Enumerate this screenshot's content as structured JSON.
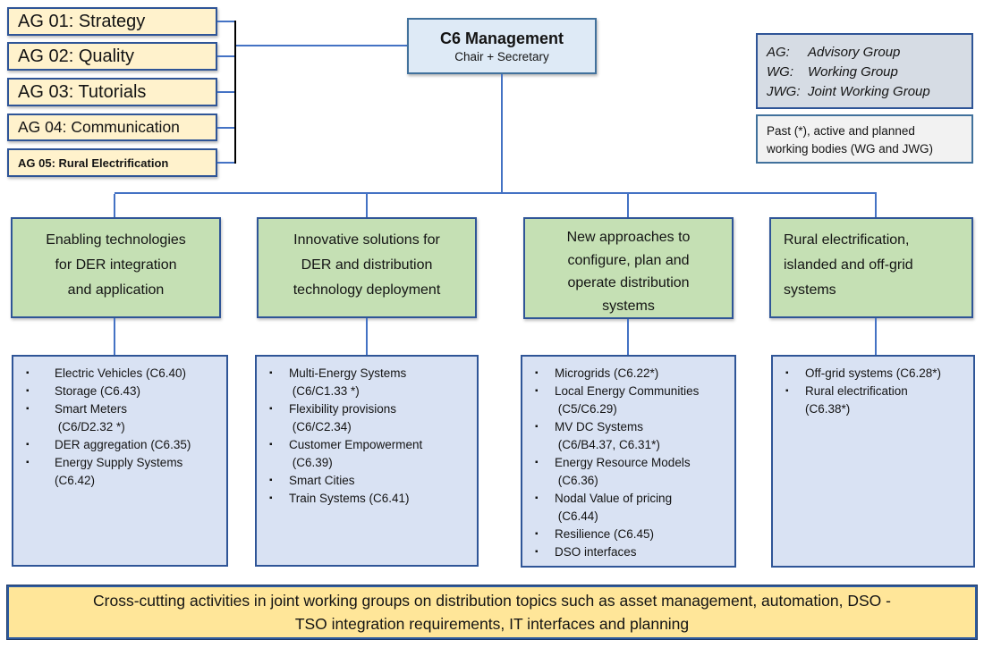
{
  "advisory_groups": [
    {
      "label": "AG 01: Strategy"
    },
    {
      "label": "AG 02: Quality"
    },
    {
      "label": "AG 03: Tutorials"
    },
    {
      "label": "AG 04: Communication"
    },
    {
      "label": "AG 05: Rural Electrification"
    }
  ],
  "management": {
    "title": "C6 Management",
    "subtitle": "Chair + Secretary"
  },
  "legend": {
    "abbreviations": [
      {
        "abbr": "AG:",
        "name": "Advisory Group"
      },
      {
        "abbr": "WG:",
        "name": "Working Group"
      },
      {
        "abbr": "JWG:",
        "name": "Joint Working Group"
      }
    ],
    "note": "Past (*), active and planned\nworking bodies (WG and JWG)"
  },
  "streams": [
    {
      "title": "Enabling technologies\nfor DER integration\nand application",
      "items": [
        "Electric Vehicles (C6.40)",
        "Storage (C6.43)",
        "Smart Meters\n (C6/D2.32 *)",
        "DER aggregation (C6.35)",
        "Energy Supply Systems\n(C6.42)"
      ]
    },
    {
      "title": "Innovative solutions for\nDER and distribution\ntechnology deployment",
      "items": [
        "Multi-Energy Systems\n (C6/C1.33 *)",
        "Flexibility provisions\n (C6/C2.34)",
        "Customer Empowerment\n (C6.39)",
        "Smart Cities",
        "Train Systems (C6.41)"
      ]
    },
    {
      "title": "New approaches to\nconfigure, plan and\noperate distribution\nsystems",
      "items": [
        "Microgrids (C6.22*)",
        "Local Energy Communities\n (C5/C6.29)",
        "MV DC Systems\n (C6/B4.37, C6.31*)",
        "Energy Resource Models\n (C6.36)",
        "Nodal Value of pricing\n (C6.44)",
        "Resilience (C6.45)",
        "DSO interfaces"
      ]
    },
    {
      "title": "Rural electrification,\nislanded and off-grid\nsystems",
      "items": [
        "Off-grid systems (C6.28*)",
        "Rural electrification\n(C6.38*)"
      ]
    }
  ],
  "banner": "Cross-cutting activities in joint working groups on distribution topics such as asset management, automation, DSO -\nTSO integration requirements, IT interfaces and planning",
  "colors": {
    "advisory_fill": "#FFF2CC",
    "management_fill": "#DEEAF6",
    "legend_abbr_fill": "#D6DCE4",
    "legend_note_fill": "#F2F2F2",
    "stream_fill": "#C5E0B4",
    "list_fill": "#D9E2F3",
    "banner_fill": "#FFE699",
    "border_navy": "#2F5597",
    "border_blue": "#41719C",
    "connector_blue": "#4472C4",
    "connector_black": "#000000"
  }
}
